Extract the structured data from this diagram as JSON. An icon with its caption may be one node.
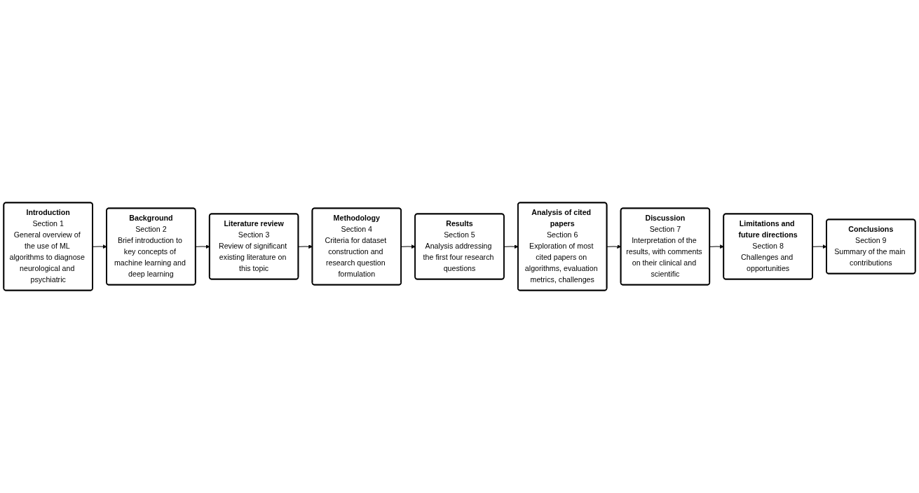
{
  "diagram": {
    "nodes": [
      {
        "text": [
          "Introduction",
          "Section 1",
          "General overview of the use of ML algorithms to diagnose neurological and psychiatric"
        ]
      },
      {
        "text": [
          "Background",
          "Section 2",
          "Brief introduction to key concepts of machine learning and deep learning"
        ]
      },
      {
        "text": [
          "Literature review",
          "Section 3",
          "Review of significant existing literature on this topic"
        ]
      },
      {
        "text": [
          "Analysis of cited papers",
          "Section 6",
          "Exploration of most cited papers on algorithms, evaluation metrics, challenges"
        ]
      },
      {
        "text": [
          "Results",
          "Section 5",
          "Analysis addressing the first four research questions"
        ]
      },
      {
        "text": [
          "Methodology",
          "Section 4",
          "Criteria for dataset construction and research question formulation"
        ]
      },
      {
        "text": [
          "Discussion",
          "Section 7",
          "Interpretation of the results, with comments on their clinical and scientific"
        ]
      },
      {
        "text": [
          "Limitations and future directions",
          "Section 8",
          "Challenges and opportunities"
        ]
      },
      {
        "text": [
          "Conclusions",
          "Section 9",
          "Summary of the main contributions"
        ]
      }
    ],
    "edges": [
      {
        "from": 0,
        "to": 1,
        "arrow": "to"
      },
      {
        "from": 1,
        "to": 2,
        "arrow": "to"
      },
      {
        "from": 2,
        "to": 5,
        "arrow": "to"
      },
      {
        "from": 5,
        "to": 4,
        "arrow": "to"
      },
      {
        "from": 4,
        "to": 3,
        "arrow": "to"
      },
      {
        "from": 3,
        "to": 6,
        "arrow": "to"
      },
      {
        "from": 6,
        "to": 7,
        "arrow": "to"
      },
      {
        "from": 7,
        "to": 8,
        "arrow": "to"
      }
    ]
  }
}
